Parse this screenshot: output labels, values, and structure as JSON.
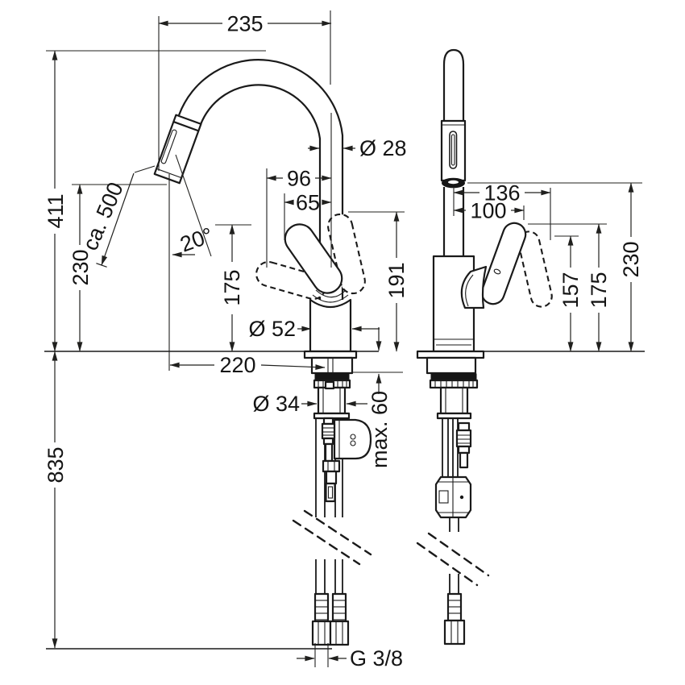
{
  "colors": {
    "line": "#1a1a1a",
    "background": "#ffffff"
  },
  "dims": {
    "d235": "235",
    "d411": "411",
    "d230_left": "230",
    "ca500": "ca. 500",
    "angle": "20°",
    "d96": "96",
    "d65": "65",
    "d175_left": "175",
    "d191": "191",
    "dia28": "Ø 28",
    "dia52": "Ø 52",
    "d220": "220",
    "dia34": "Ø 34",
    "max60": "max. 60",
    "d835": "835",
    "g38": "G 3/8",
    "d136": "136",
    "d100": "100",
    "d157": "157",
    "d175_right": "175",
    "d230_right": "230"
  }
}
